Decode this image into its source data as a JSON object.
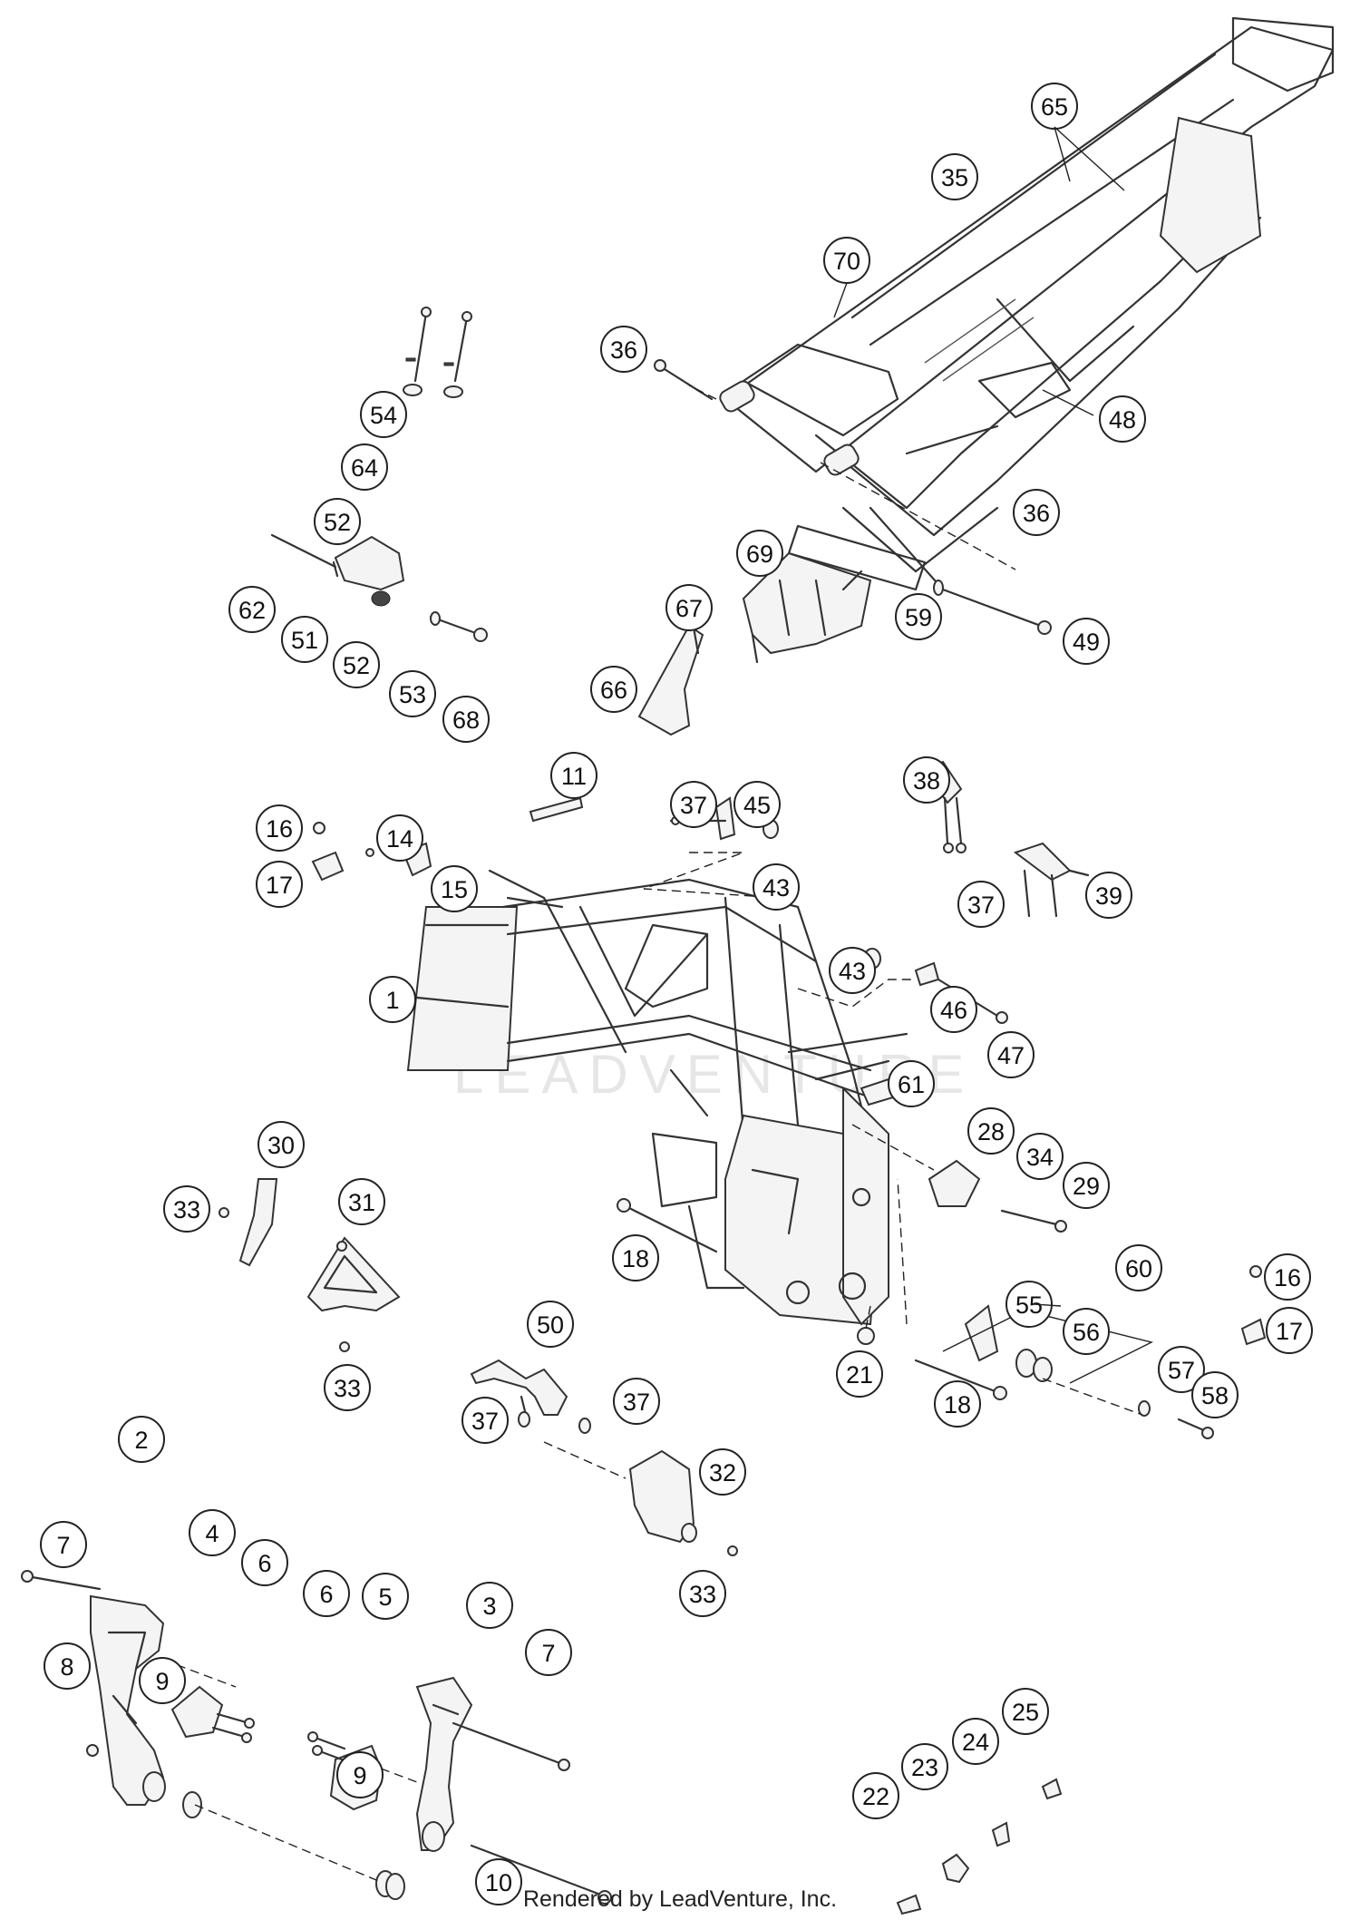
{
  "callouts": [
    "65",
    "35",
    "70",
    "36",
    "48",
    "36",
    "69",
    "67",
    "59",
    "49",
    "66",
    "54",
    "64",
    "52",
    "62",
    "51",
    "52",
    "53",
    "68",
    "11",
    "37",
    "45",
    "43",
    "38",
    "37",
    "39",
    "16",
    "17",
    "14",
    "15",
    "1",
    "43",
    "46",
    "47",
    "61",
    "28",
    "34",
    "29",
    "30",
    "33",
    "31",
    "33",
    "18",
    "60",
    "55",
    "56",
    "16",
    "17",
    "21",
    "18",
    "57",
    "58",
    "50",
    "37",
    "37",
    "32",
    "33",
    "7",
    "2",
    "4",
    "6",
    "6",
    "5",
    "3",
    "7",
    "8",
    "9",
    "9",
    "10",
    "22",
    "23",
    "24",
    "25"
  ],
  "credit": "Rendered by LeadVenture, Inc."
}
